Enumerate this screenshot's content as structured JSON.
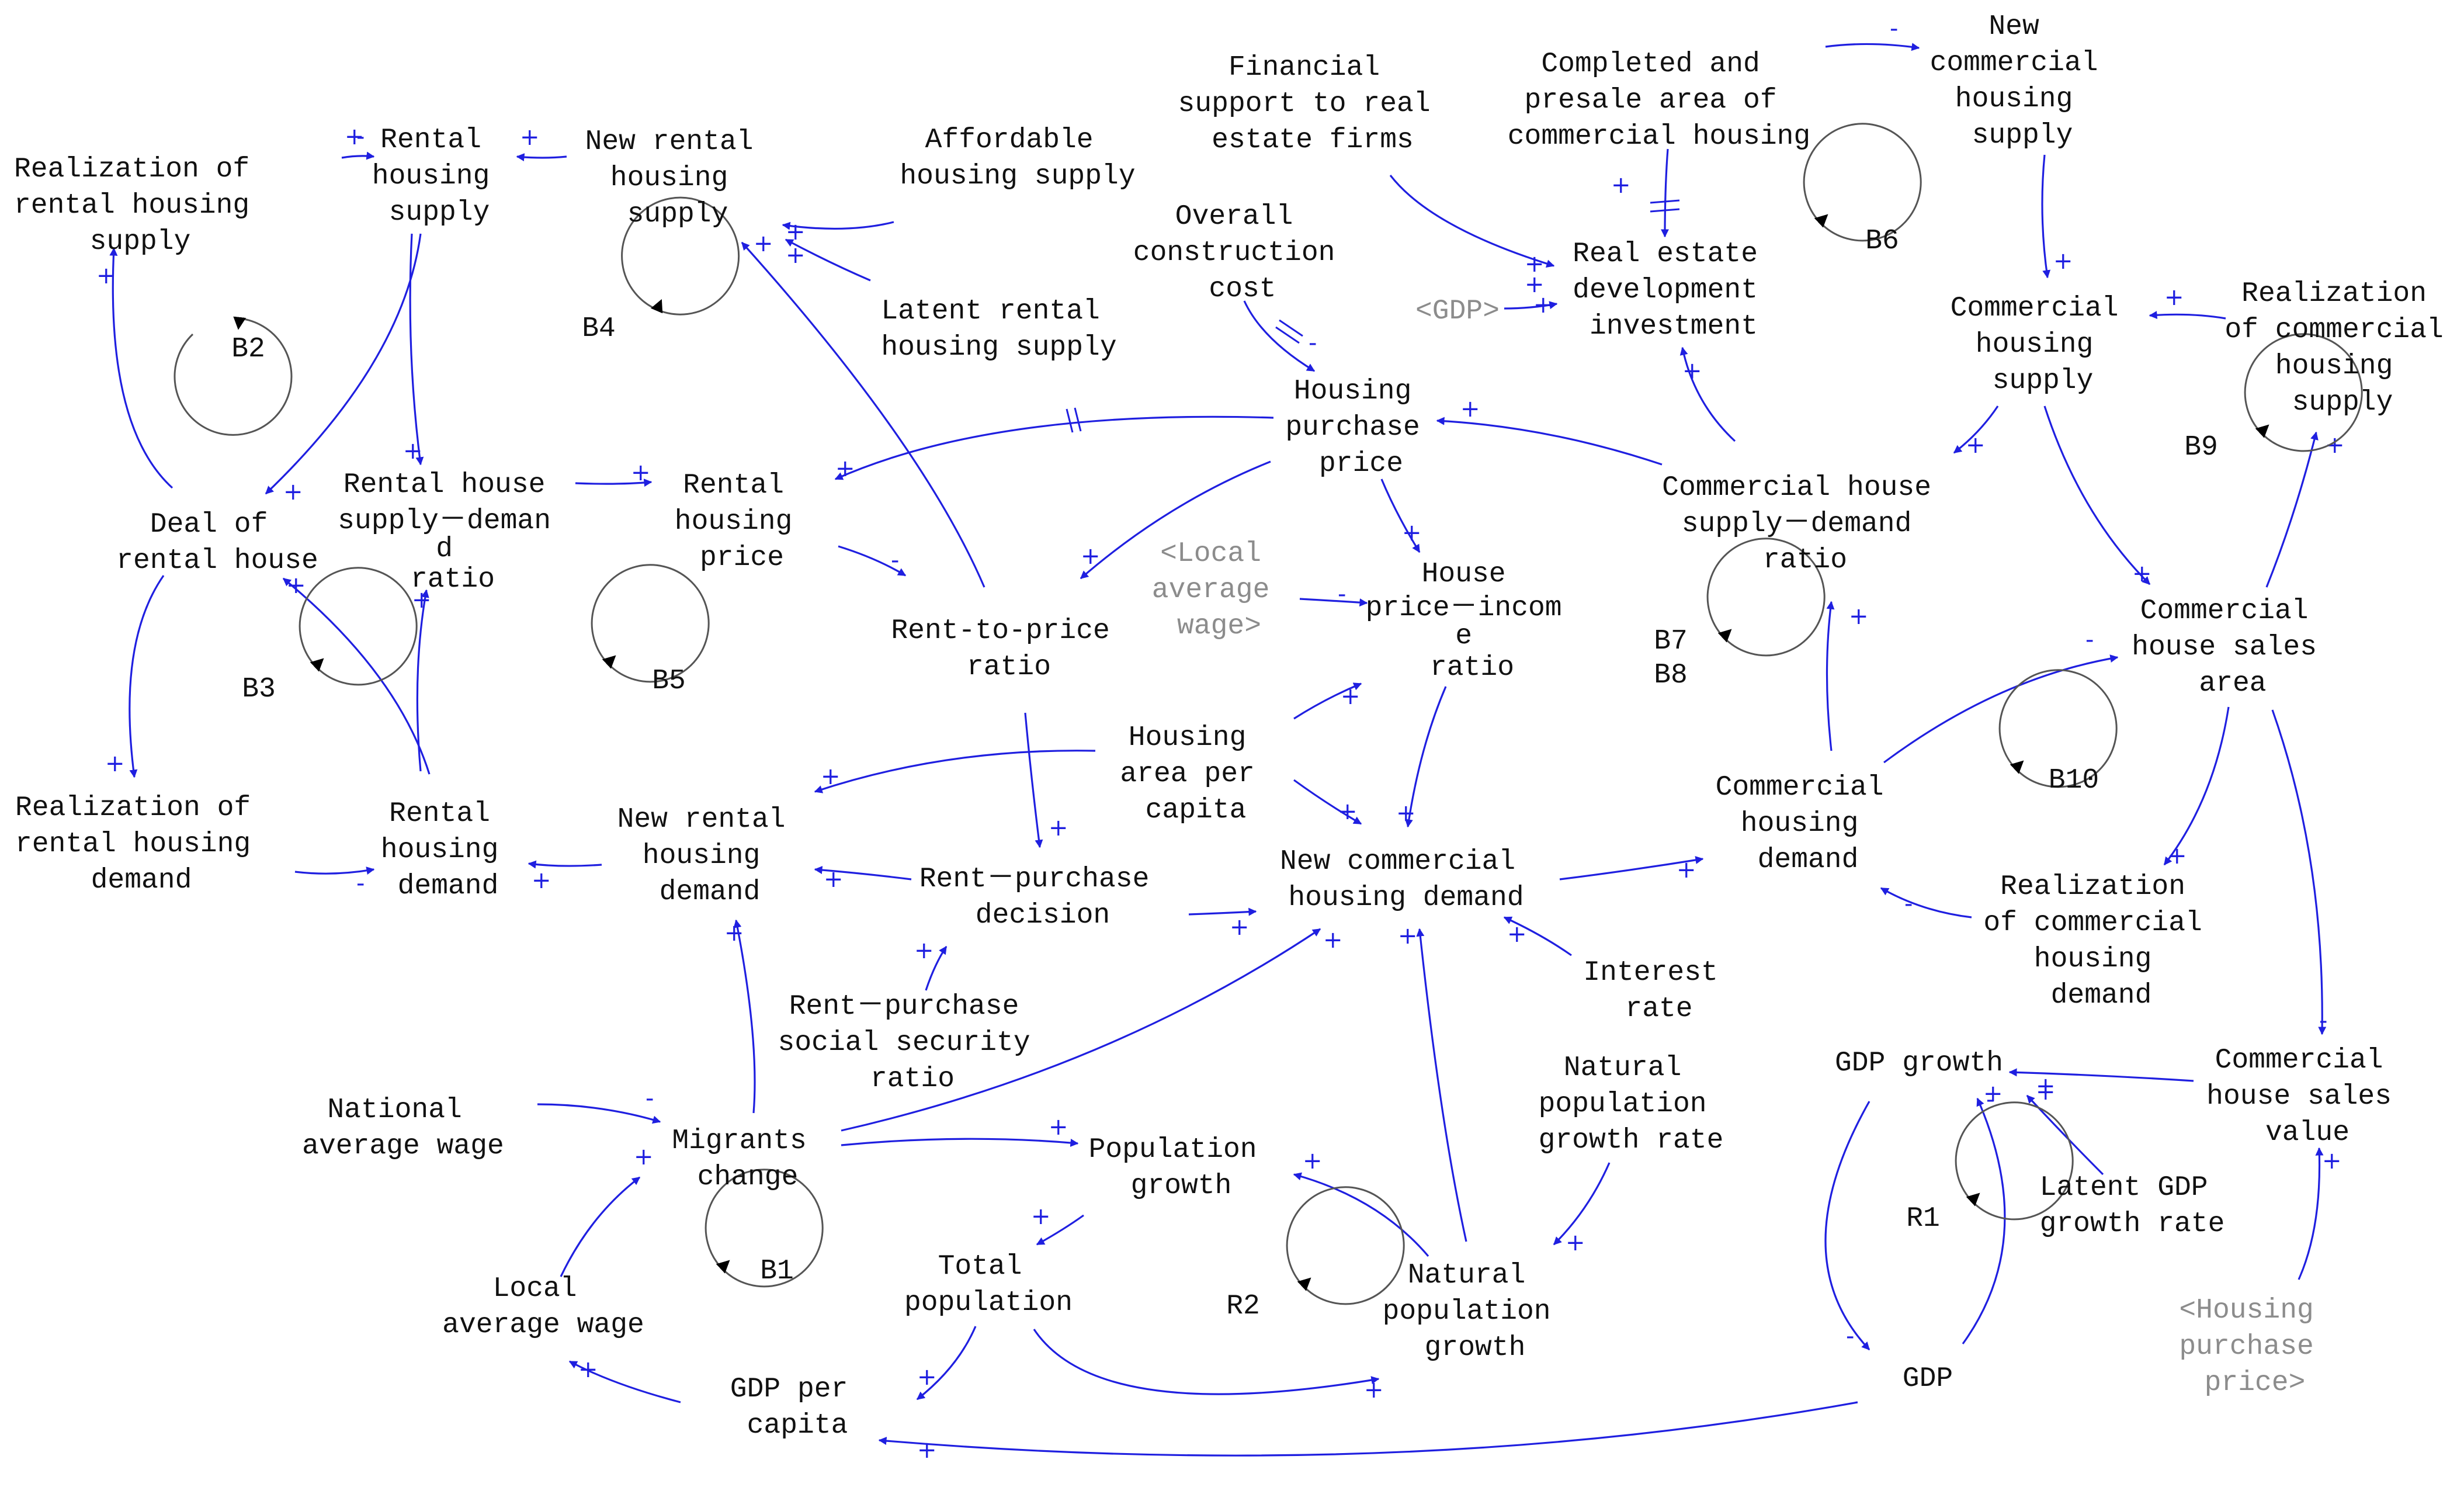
{
  "variables": {
    "realization_rental_supply": [
      "Realization of",
      "rental housing",
      "supply"
    ],
    "rental_housing_supply": [
      "Rental",
      "housing",
      "supply"
    ],
    "new_rental_housing_supply": [
      "New rental",
      "housing",
      "supply"
    ],
    "affordable_housing_supply": [
      "Affordable",
      "housing supply"
    ],
    "latent_rental_housing_supply": [
      "Latent rental",
      "housing supply"
    ],
    "financial_support": [
      "Financial",
      "support to real",
      "estate firms"
    ],
    "overall_construction_cost": [
      "Overall",
      "construction",
      "cost"
    ],
    "completed_presale_area": [
      "Completed and",
      "presale area of",
      "commercial housing"
    ],
    "gdp_shadow_top": [
      "<GDP>"
    ],
    "real_estate_investment": [
      "Real estate",
      "development",
      "investment"
    ],
    "new_commercial_housing_supply": [
      "New",
      "commercial",
      "housing",
      "supply"
    ],
    "commercial_housing_supply": [
      "Commercial",
      "housing",
      "supply"
    ],
    "realization_commercial_supply": [
      "Realization",
      "of commercial",
      "housing",
      "supply"
    ],
    "deal_rental_house": [
      "Deal of",
      "rental house"
    ],
    "rental_supply_demand_ratio": [
      "Rental house",
      "supply－deman",
      "d",
      "ratio"
    ],
    "rental_housing_price": [
      "Rental",
      "housing",
      "price"
    ],
    "housing_purchase_price": [
      "Housing",
      "purchase",
      "price"
    ],
    "rent_to_price_ratio": [
      "Rent-to-price",
      "ratio"
    ],
    "local_average_wage_shadow": [
      "<Local",
      "average",
      "wage>"
    ],
    "house_price_income_ratio": [
      "House",
      "price－incom",
      "e",
      "ratio"
    ],
    "commercial_supply_demand_ratio": [
      "Commercial house",
      "supply－demand",
      "ratio"
    ],
    "commercial_house_sales_area": [
      "Commercial",
      "house sales",
      "area"
    ],
    "realization_rental_demand": [
      "Realization of",
      "rental housing",
      "demand"
    ],
    "rental_housing_demand": [
      "Rental",
      "housing",
      "demand"
    ],
    "new_rental_housing_demand": [
      "New rental",
      "housing",
      "demand"
    ],
    "housing_area_per_capita": [
      "Housing",
      "area per",
      "capita"
    ],
    "rent_purchase_decision": [
      "Rent－purchase",
      "decision"
    ],
    "new_commercial_housing_demand": [
      "New commercial",
      "housing demand"
    ],
    "commercial_housing_demand": [
      "Commercial",
      "housing",
      "demand"
    ],
    "realization_commercial_demand": [
      "Realization",
      "of commercial",
      "housing",
      "demand"
    ],
    "interest_rate": [
      "Interest",
      "rate"
    ],
    "rent_purchase_social_security": [
      "Rent－purchase",
      "social security",
      "ratio"
    ],
    "natural_population_growth_rate": [
      "Natural",
      "population",
      "growth rate"
    ],
    "gdp_growth": [
      "GDP growth"
    ],
    "commercial_house_sales_value": [
      "Commercial",
      "house sales",
      "value"
    ],
    "national_average_wage": [
      "National",
      "average wage"
    ],
    "migrants_change": [
      "Migrants",
      "change"
    ],
    "population_growth": [
      "Population",
      "growth"
    ],
    "latent_gdp_growth_rate": [
      "Latent GDP",
      "growth rate"
    ],
    "local_average_wage": [
      "Local",
      "average wage"
    ],
    "total_population": [
      "Total",
      "population"
    ],
    "natural_population_growth": [
      "Natural",
      "population",
      "growth"
    ],
    "gdp": [
      "GDP"
    ],
    "gdp_per_capita": [
      "GDP per",
      "capita"
    ],
    "housing_purchase_price_shadow": [
      "<Housing",
      "purchase",
      "price>"
    ]
  },
  "loops": [
    "B2",
    "B4",
    "B6",
    "B9",
    "B3",
    "B5",
    "B7",
    "B8",
    "B10",
    "R1",
    "B1",
    "R2"
  ],
  "polarity_symbols": [
    "+",
    "-",
    "+",
    "+",
    "+",
    "+",
    "+",
    "+",
    "+",
    "+",
    "+",
    "+",
    "-",
    "+",
    "+",
    "+",
    "-",
    "+",
    "+",
    "-",
    "+",
    "+",
    "+",
    "+",
    "-",
    "+",
    "+",
    "+",
    "+",
    "+",
    "+",
    "+",
    "+",
    "-",
    "+",
    "-",
    "-",
    "+",
    "+",
    "+",
    "-",
    "-",
    "+",
    "+",
    "+",
    "+",
    "-",
    "+",
    "+",
    "+",
    "+",
    "+",
    "+",
    "+",
    "+",
    "+",
    "+",
    "-",
    "+",
    "+",
    "+",
    "+",
    "+",
    "+",
    "+",
    "+",
    "+"
  ],
  "colors": {
    "link": "#1f1fe0",
    "text": "#111111",
    "shadow_variable": "#8c8c8c",
    "loop_marker": "#555555"
  }
}
